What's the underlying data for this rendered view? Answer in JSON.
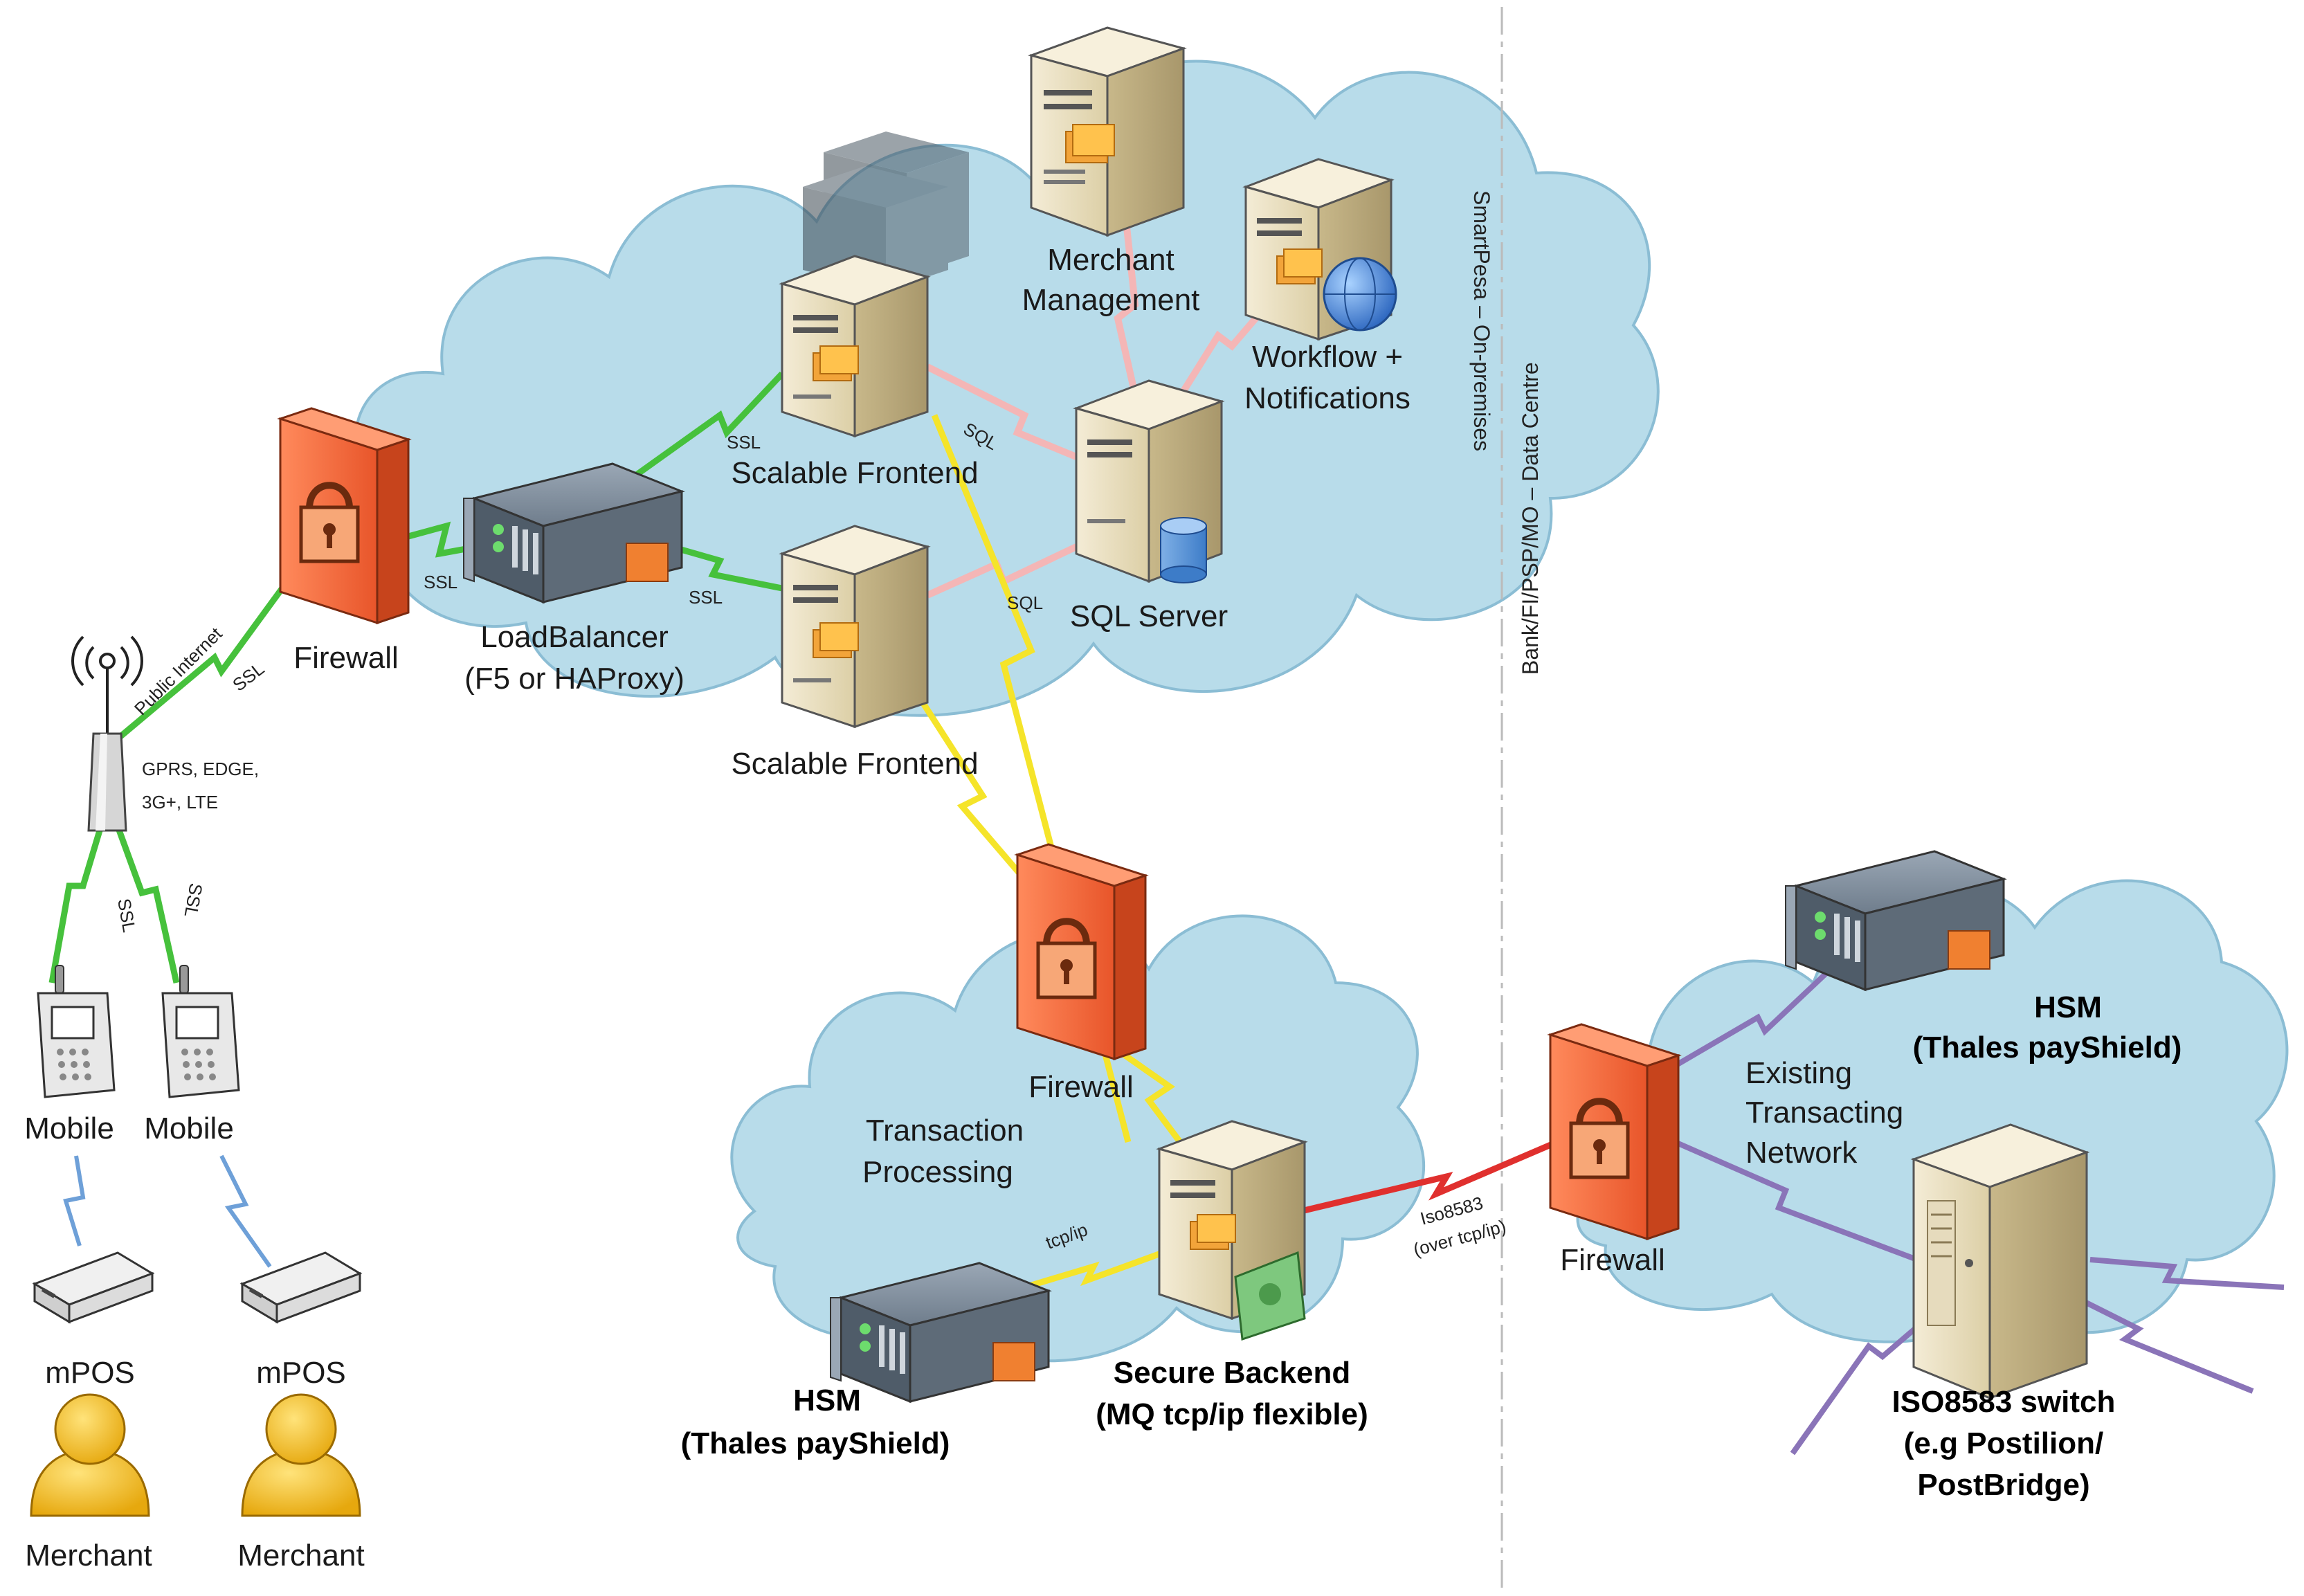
{
  "zones": {
    "left_label": "SmartPesa – On-premises",
    "right_label": "Bank/FI/PSP/MO – Data Centre"
  },
  "nodes": {
    "merchant_management": [
      "Merchant",
      "Management"
    ],
    "workflow": [
      "Workflow +",
      "Notifications"
    ],
    "sql_server": "SQL Server",
    "frontend_top": "Scalable Frontend",
    "frontend_bottom": "Scalable Frontend",
    "loadbalancer": [
      "LoadBalancer",
      "(F5 or HAProxy)"
    ],
    "firewall_main": "Firewall",
    "firewall_tp": "Firewall",
    "firewall_bank": "Firewall",
    "transaction_processing": [
      "Transaction",
      "Processing"
    ],
    "secure_backend": [
      "Secure Backend",
      "(MQ tcp/ip flexible)"
    ],
    "hsm_left": [
      "HSM",
      "(Thales payShield)"
    ],
    "hsm_right": [
      "HSM",
      "(Thales payShield)"
    ],
    "existing_network": [
      "Existing",
      "Transacting",
      "Network"
    ],
    "iso_switch": [
      "ISO8583 switch",
      "(e.g Postilion/",
      "PostBridge)"
    ],
    "tower_caption": [
      "GPRS, EDGE,",
      "3G+, LTE"
    ],
    "mobile_1": "Mobile",
    "mobile_2": "Mobile",
    "mpos_1": "mPOS",
    "mpos_2": "mPOS",
    "merchant_1": "Merchant",
    "merchant_2": "Merchant"
  },
  "links": {
    "public_internet": "Public Internet",
    "ssl_tower_fw": "SSL",
    "ssl_fw_lb": "SSL",
    "ssl_lb_fe1": "SSL",
    "ssl_lb_fe2": "SSL",
    "ssl_tower_mobile1": "SSL",
    "ssl_tower_mobile2": "SSL",
    "sql_1": "SQL",
    "sql_2": "SQL",
    "tcp_ip": "tcp/ip",
    "iso8583": [
      "Iso8583",
      "(over tcp/ip)"
    ]
  },
  "colors": {
    "cloud_fill": "#b8dcea",
    "cloud_stroke": "#8bbdd4",
    "ssl_link": "#46c13c",
    "sql_link": "#f4b6b6",
    "internal_link": "#f5e42a",
    "iso_link": "#e0302e",
    "bank_link": "#8a74b8",
    "bluetooth_link": "#6ea0d8",
    "firewall": "#f06a3c",
    "server_body": "#efe5c8",
    "hsm_body": "#6c7a8a",
    "merchant_person": "#f5c228"
  }
}
